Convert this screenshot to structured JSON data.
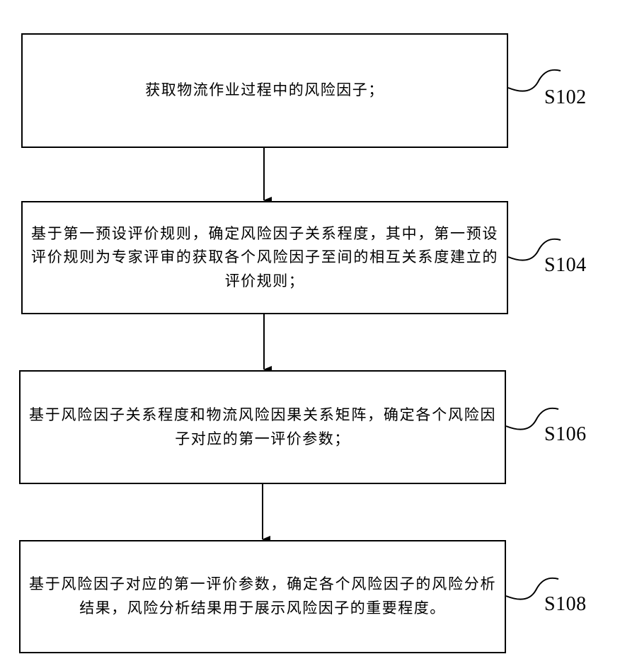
{
  "steps": [
    {
      "id": "S102",
      "text": "获取物流作业过程中的风险因子；"
    },
    {
      "id": "S104",
      "text": "基于第一预设评价规则，确定风险因子关系程度，其中，第一预设评价规则为专家评审的获取各个风险因子至间的相互关系度建立的评价规则；"
    },
    {
      "id": "S106",
      "text": "基于风险因子关系程度和物流风险因果关系矩阵，确定各个风险因子对应的第一评价参数；"
    },
    {
      "id": "S108",
      "text": "基于风险因子对应的第一评价参数，确定各个风险因子的风险分析结果，风险分析结果用于展示风险因子的重要程度。"
    }
  ]
}
